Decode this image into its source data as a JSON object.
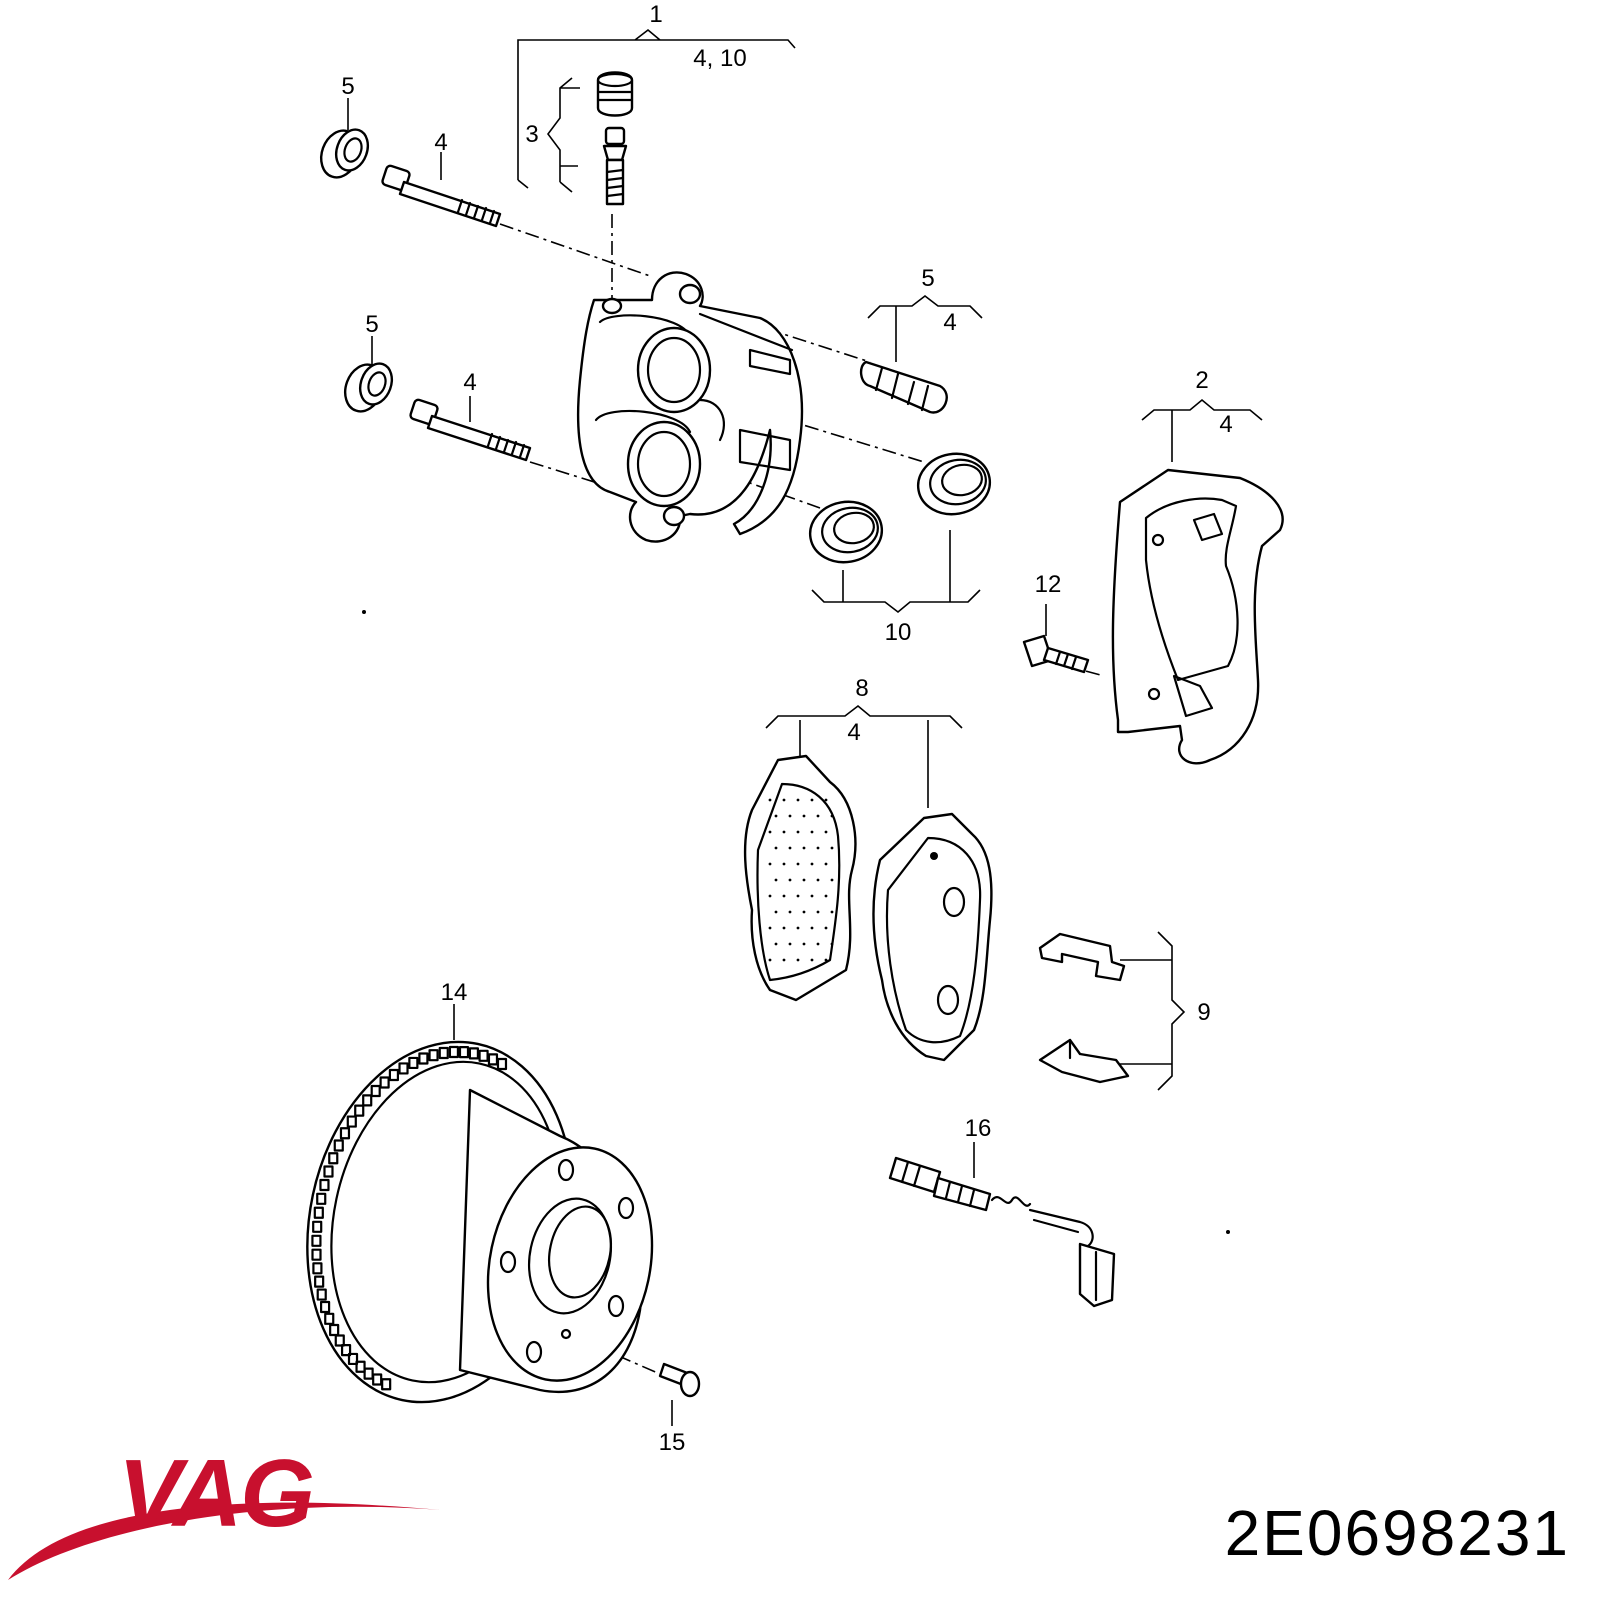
{
  "brand": {
    "name": "VAG",
    "color": "#c8102e"
  },
  "part_number": "2E0698231",
  "callouts": {
    "c1": "1",
    "c1_sub": "4, 10",
    "c2": "2",
    "c2_sub": "4",
    "c3": "3",
    "c4a": "4",
    "c4b": "4",
    "c5a": "5",
    "c5b": "5",
    "c5c": "5",
    "c5c_sub": "4",
    "c8": "8",
    "c8_sub": "4",
    "c9": "9",
    "c10": "10",
    "c12": "12",
    "c14": "14",
    "c15": "15",
    "c16": "16"
  }
}
